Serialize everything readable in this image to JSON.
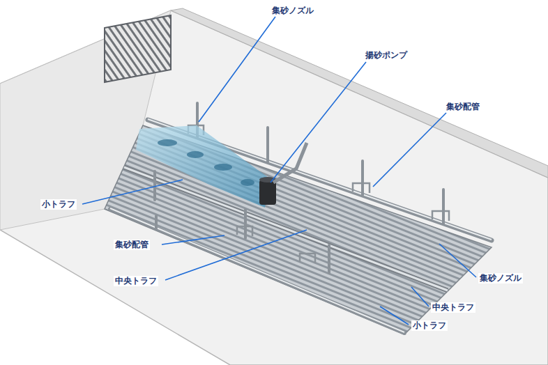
{
  "diagram": {
    "labels": [
      "集砂ノズル",
      "揚砂ポンプ",
      "集砂配管",
      "小トラフ",
      "集砂配管",
      "中央トラフ",
      "集砂ノズル",
      "中央トラフ",
      "小トラフ"
    ]
  }
}
